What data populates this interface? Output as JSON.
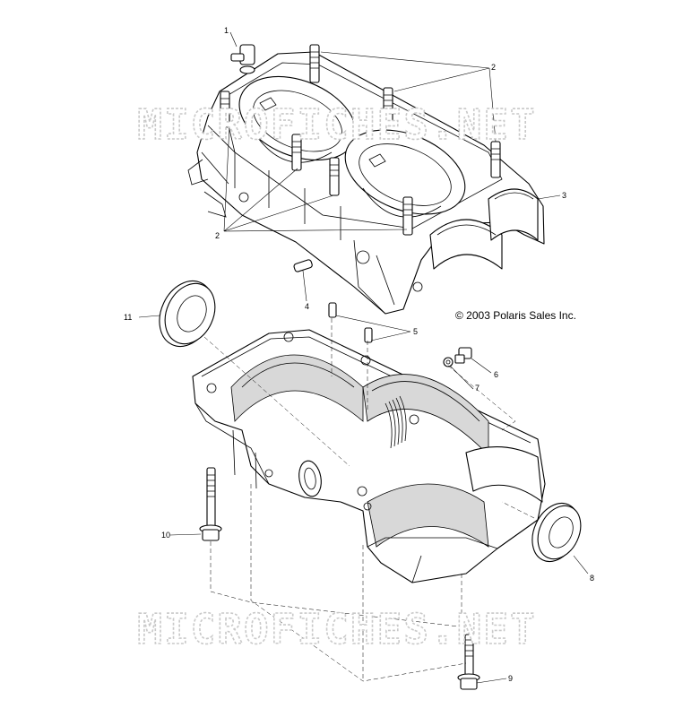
{
  "diagram": {
    "watermark_text": "MICROFICHES.NET",
    "copyright": "© 2003 Polaris Sales Inc.",
    "callouts": {
      "c1": "1",
      "c2a": "2",
      "c2b": "2",
      "c3": "3",
      "c4": "4",
      "c5": "5",
      "c6": "6",
      "c7": "7",
      "c8": "8",
      "c9": "9",
      "c10": "10",
      "c11": "11"
    }
  }
}
